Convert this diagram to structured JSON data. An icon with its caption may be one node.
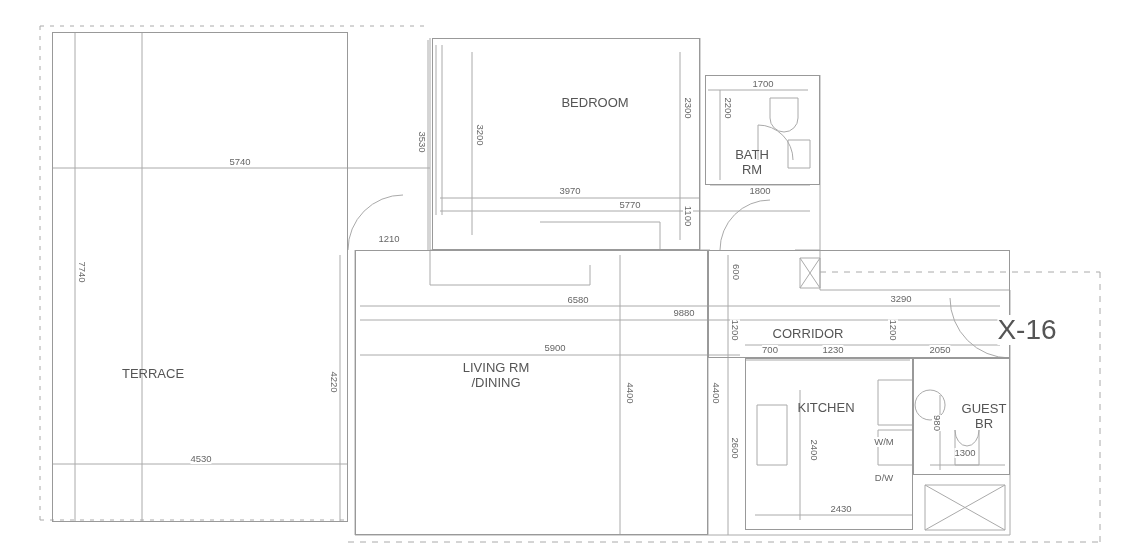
{
  "diagram": {
    "nodes": [
      {
        "text": [
          "BEDROOM"
        ]
      },
      {
        "text": [
          "BATH RM"
        ]
      },
      {
        "text": [
          "TERRACE"
        ]
      },
      {
        "text": [
          "LIVING RM /DINING"
        ]
      },
      {
        "text": [
          "CORRIDOR"
        ]
      },
      {
        "text": [
          "KITCHEN"
        ]
      },
      {
        "text": [
          "GUEST BR"
        ]
      }
    ],
    "edges": [],
    "labels": [
      "1700",
      "3530",
      "3200",
      "2300",
      "2200",
      "5740",
      "3970",
      "1800",
      "5770",
      "1100",
      "1210",
      "7740",
      "600",
      "6580",
      "3290",
      "9880",
      "1200",
      "1200",
      "X-16",
      "5900",
      "700",
      "1230",
      "2050",
      "4220",
      "4400",
      "4400",
      "980",
      "W/M",
      "2600",
      "2400",
      "1300",
      "4530",
      "D/W",
      "2430"
    ]
  }
}
